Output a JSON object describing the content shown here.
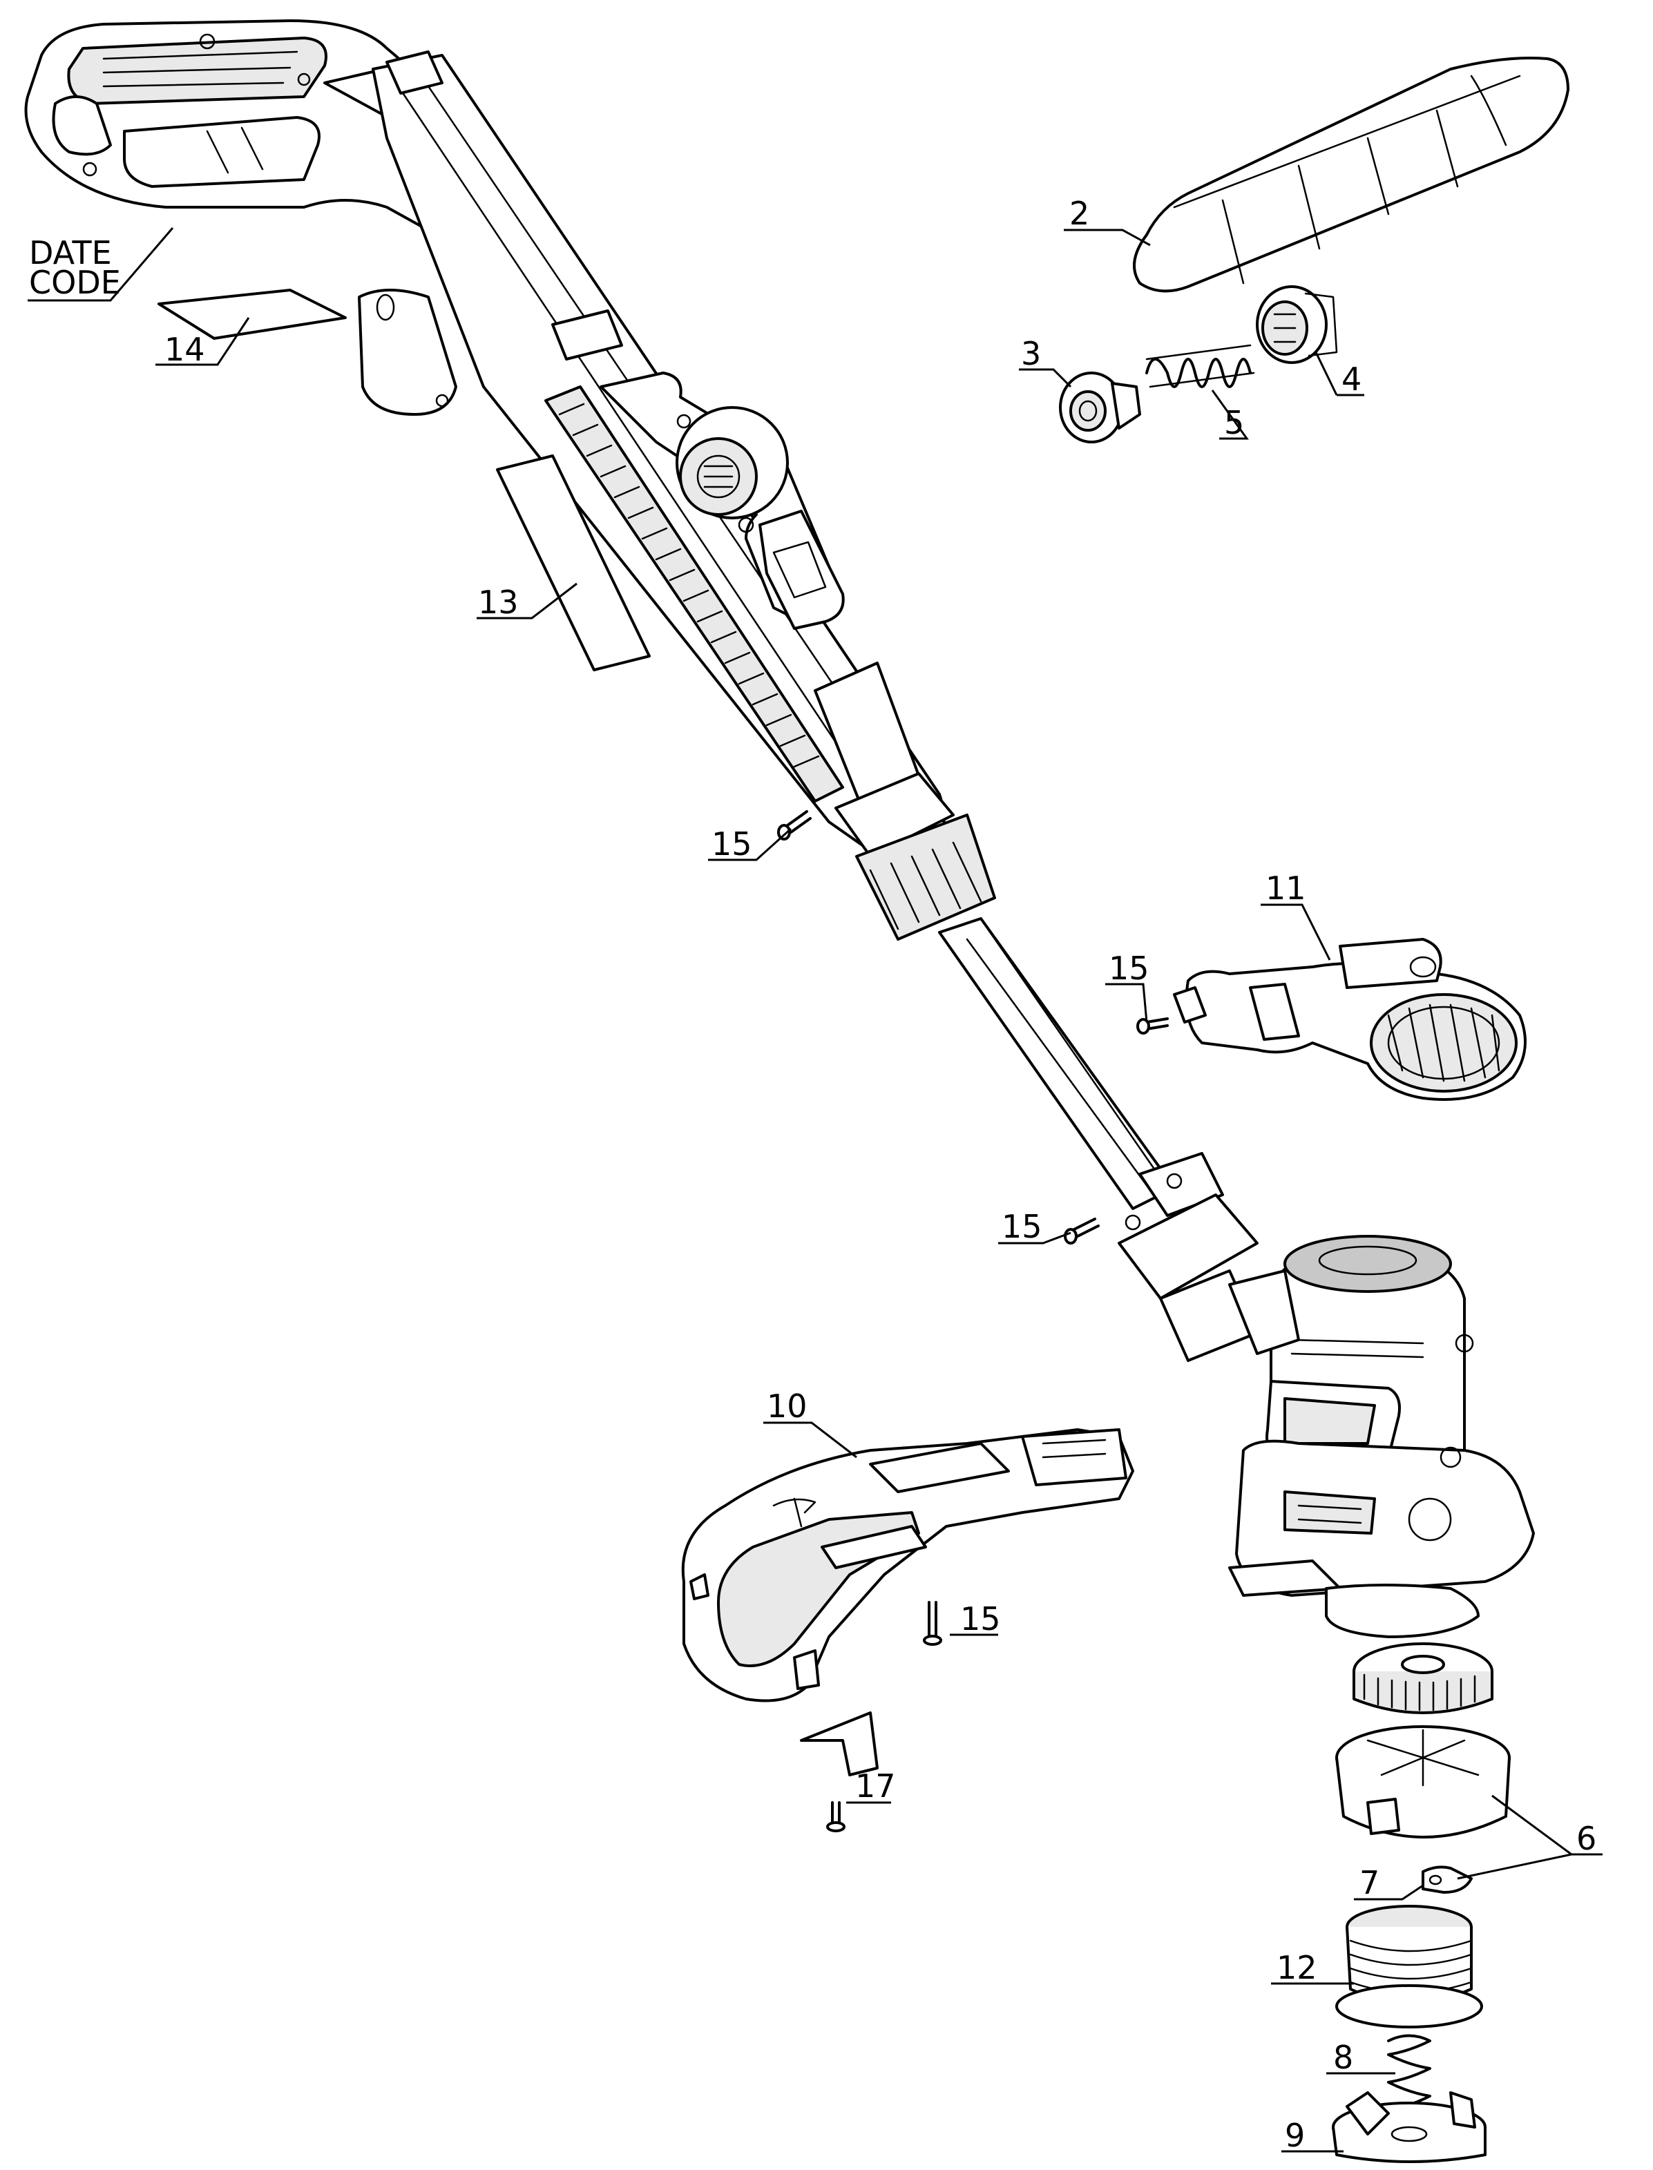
{
  "callouts": {
    "date_code_line1": "DATE",
    "date_code_line2": "CODE",
    "c2": "2",
    "c3": "3",
    "c4": "4",
    "c5": "5",
    "c6": "6",
    "c7": "7",
    "c8": "8",
    "c9": "9",
    "c10": "10",
    "c11": "11",
    "c12": "12",
    "c13": "13",
    "c14": "14",
    "c15a": "15",
    "c15b": "15",
    "c15c": "15",
    "c15d": "15",
    "c17": "17"
  }
}
